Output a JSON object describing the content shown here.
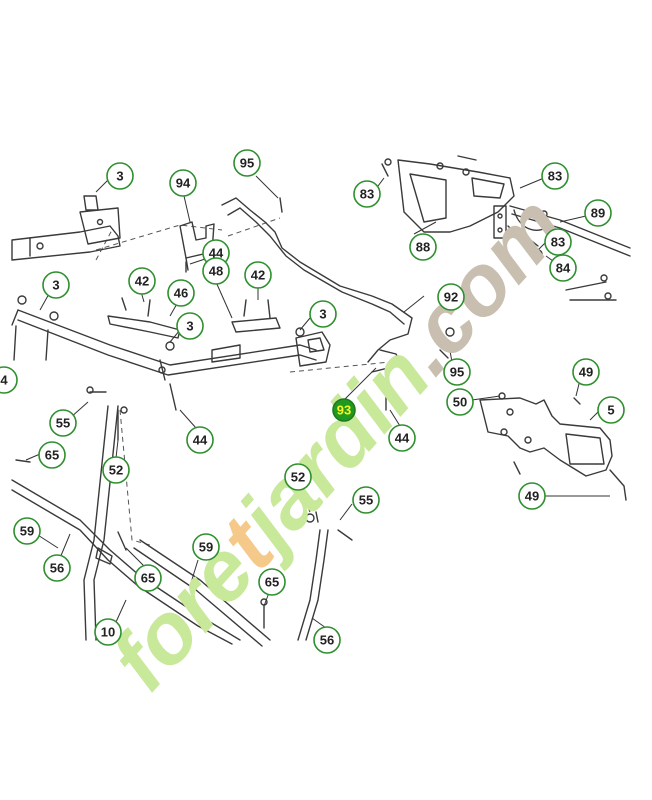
{
  "watermark": {
    "segments": [
      {
        "text": "fore",
        "color": "#c8e89a"
      },
      {
        "text": "t",
        "color": "#f5c98a"
      },
      {
        "text": "jardin",
        "color": "#c8e89a"
      },
      {
        "text": ".com",
        "color": "#c9bfb0"
      }
    ]
  },
  "colors": {
    "callout_border": "#2f8f2f",
    "highlight_fill": "#1f9a1f",
    "highlight_text": "#f5f52a"
  },
  "callouts": [
    {
      "id": "c3a",
      "label": "3"
    },
    {
      "id": "c94",
      "label": "94"
    },
    {
      "id": "c95a",
      "label": "95"
    },
    {
      "id": "c83a",
      "label": "83"
    },
    {
      "id": "c83b",
      "label": "83"
    },
    {
      "id": "c89",
      "label": "89"
    },
    {
      "id": "c88",
      "label": "88"
    },
    {
      "id": "c83c",
      "label": "83"
    },
    {
      "id": "c84",
      "label": "84"
    },
    {
      "id": "c44a",
      "label": "44"
    },
    {
      "id": "c48",
      "label": "48"
    },
    {
      "id": "c42a",
      "label": "42"
    },
    {
      "id": "c42b",
      "label": "42"
    },
    {
      "id": "c3b",
      "label": "3"
    },
    {
      "id": "c46",
      "label": "46"
    },
    {
      "id": "c92",
      "label": "92"
    },
    {
      "id": "c3c",
      "label": "3"
    },
    {
      "id": "c3d",
      "label": "3"
    },
    {
      "id": "c95b",
      "label": "95"
    },
    {
      "id": "c49a",
      "label": "49"
    },
    {
      "id": "c50",
      "label": "50"
    },
    {
      "id": "c5",
      "label": "5"
    },
    {
      "id": "c93",
      "label": "93",
      "highlighted": true
    },
    {
      "id": "c44b",
      "label": "44"
    },
    {
      "id": "c44c",
      "label": "44"
    },
    {
      "id": "c55a",
      "label": "55"
    },
    {
      "id": "c65a",
      "label": "65"
    },
    {
      "id": "c52a",
      "label": "52"
    },
    {
      "id": "c49b",
      "label": "49"
    },
    {
      "id": "c52b",
      "label": "52"
    },
    {
      "id": "c55b",
      "label": "55"
    },
    {
      "id": "c59a",
      "label": "59"
    },
    {
      "id": "c59b",
      "label": "59"
    },
    {
      "id": "c56a",
      "label": "56"
    },
    {
      "id": "c65b",
      "label": "65"
    },
    {
      "id": "c65c",
      "label": "65"
    },
    {
      "id": "c10",
      "label": "10"
    },
    {
      "id": "c56b",
      "label": "56"
    },
    {
      "id": "c4",
      "label": "4"
    }
  ]
}
